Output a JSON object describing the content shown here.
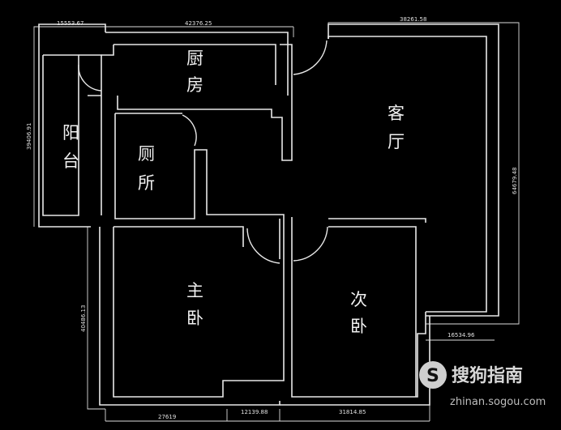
{
  "rooms": {
    "kitchen": [
      "厨",
      "房"
    ],
    "balcony": [
      "阳",
      "台"
    ],
    "toilet": [
      "厕",
      "所"
    ],
    "living": [
      "客",
      "厅"
    ],
    "master": [
      "主",
      "卧"
    ],
    "second": [
      "次",
      "卧"
    ]
  },
  "dimensions": {
    "top_left": "15553.67",
    "top_mid": "42376.25",
    "top_right": "38261.58",
    "left_upper": "39406.91",
    "left_lower": "40486.13",
    "right_side": "64679.48",
    "right_step": "16534.96",
    "bottom_left": "27619",
    "bottom_mid": "12139.88",
    "bottom_right": "31814.85"
  },
  "watermark": {
    "logo_letter": "S",
    "brand": "搜狗指南",
    "url": "zhinan.sogou.com"
  }
}
